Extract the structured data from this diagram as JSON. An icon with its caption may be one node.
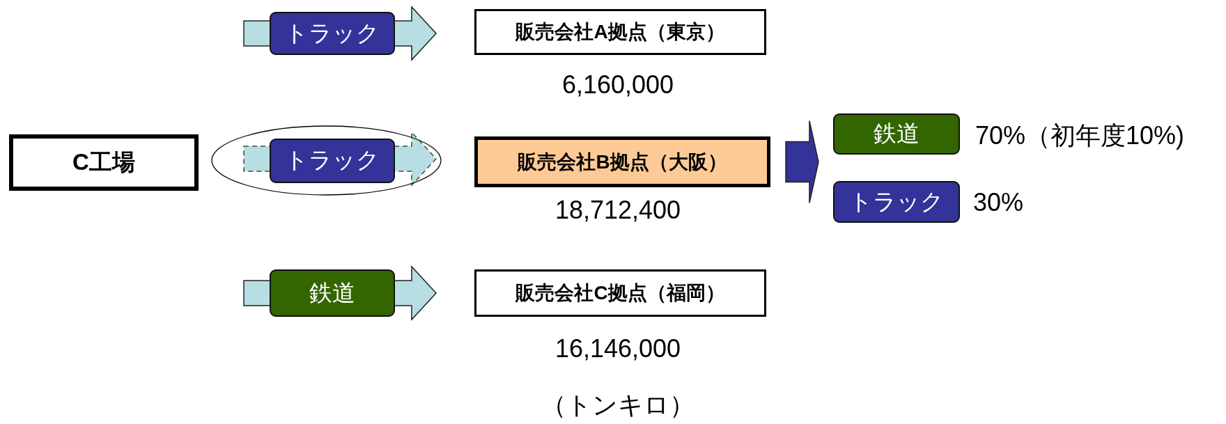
{
  "diagram": {
    "nodes": [
      {
        "text": [
          "トラック"
        ]
      },
      {
        "text": [
          "販売会社A拠点（東京）"
        ],
        "beside": [
          "6,160,000"
        ]
      },
      {
        "text": [
          "C工場"
        ]
      },
      {
        "text": [],
        "shape": "ellipse"
      },
      {
        "text": [
          "トラック"
        ],
        "in": 3
      },
      {
        "text": [
          "販売会社B拠点（大阪）"
        ],
        "beside": [
          "18,712,400"
        ]
      },
      {
        "text": [
          "鉄道"
        ],
        "beside": [
          "70%（初年度10%)"
        ]
      },
      {
        "text": [
          "トラック"
        ],
        "beside": [
          "30%"
        ]
      },
      {
        "text": [
          "鉄道"
        ]
      },
      {
        "text": [
          "販売会社C拠点（福岡）"
        ],
        "beside": [
          "16,146,000"
        ]
      }
    ],
    "edges": [
      {
        "from": 0,
        "to": 1,
        "arrow": "to"
      },
      {
        "from": 4,
        "to": 5,
        "arrow": "to",
        "style": "dashed"
      },
      {
        "from": 5,
        "to": 6,
        "arrow": "to",
        "color": "#333399"
      },
      {
        "from": 5,
        "to": 7,
        "arrow": "to",
        "color": "#333399"
      },
      {
        "from": 8,
        "to": 9,
        "arrow": "to"
      }
    ],
    "labels": [
      "（トンキロ）"
    ]
  }
}
